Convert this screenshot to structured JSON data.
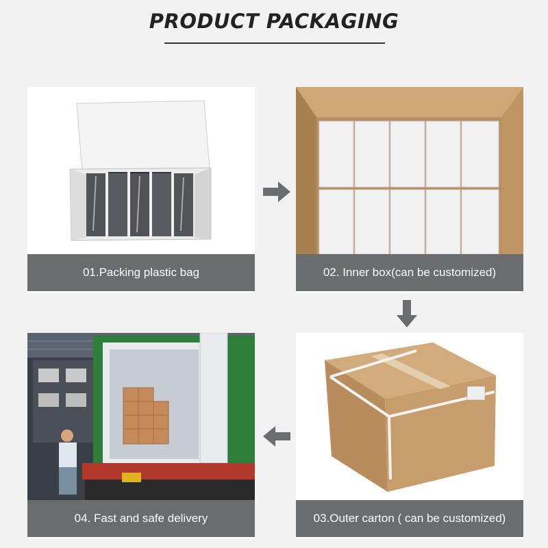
{
  "title": "PRODUCT PACKAGING",
  "steps": [
    {
      "caption": "01.Packing plastic bag"
    },
    {
      "caption": "02. Inner box(can be customized)"
    },
    {
      "caption": "03.Outer carton ( can be customized)"
    },
    {
      "caption": "04.  Fast and safe delivery"
    }
  ],
  "arrows": [
    "arrow-right-icon",
    "arrow-down-icon",
    "arrow-left-icon"
  ],
  "colors": {
    "caption_bg": "#6b6c6d",
    "arrow": "#6b6c6d",
    "cardboard": "#c8a174"
  }
}
